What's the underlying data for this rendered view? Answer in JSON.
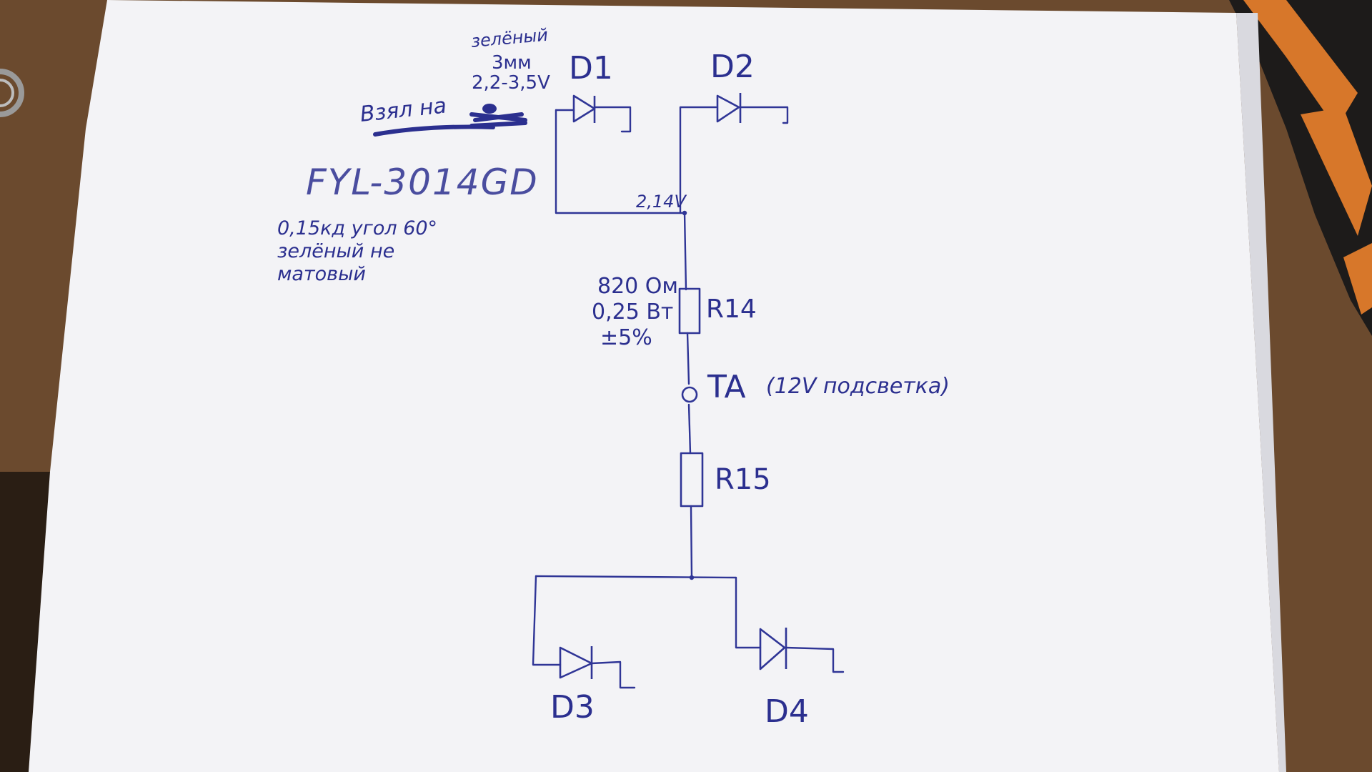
{
  "colors": {
    "paper": "#f3f3f6",
    "ink": "#2b2f8f",
    "table_wood": "#6b4a2e",
    "tool_orange": "#d7772a",
    "tool_black": "#1d1b1a"
  },
  "notes": {
    "led_color_top": "зелёный",
    "led_size": "3мм",
    "led_voltage": "2,2-3,5V",
    "taken_from": "Взял на",
    "part_number": "FYL-3014GD",
    "spec_line1": "0,15кд  угол 60°",
    "spec_line2": "зелёный не",
    "spec_line3": "матовый"
  },
  "components": {
    "d1": "D1",
    "d2": "D2",
    "d3": "D3",
    "d4": "D4",
    "node_voltage": "2,14V",
    "r14": "R14",
    "r14_value_1": "820 Ом",
    "r14_value_2": "0,25 Вт",
    "r14_value_3": "±5%",
    "ta_label": "TA",
    "ta_note": "(12V подсветка)",
    "r15": "R15"
  }
}
